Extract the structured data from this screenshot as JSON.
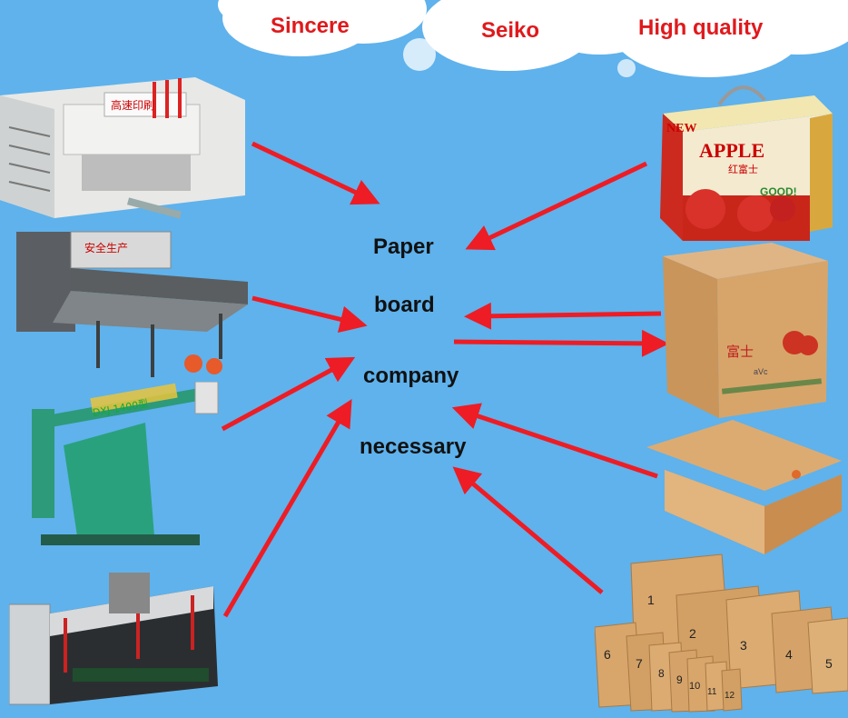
{
  "slogans": {
    "s1": "Sincere",
    "s2": "Seiko",
    "s3": "High quality"
  },
  "center": {
    "w1": "Paper",
    "w2": "board",
    "w3": "company",
    "w4": "necessary"
  },
  "machines": {
    "m1_label": "高速印刷",
    "m2_label": "安全生产",
    "m3_label": "DXJ-1400型"
  },
  "products": {
    "apple_box_title": "APPLE",
    "apple_box_new": "NEW",
    "apple_box_sub": "红富士",
    "apple_box_good": "GOOD!",
    "carton_label": "富士",
    "carton_small": "aVc",
    "box_numbers": [
      "1",
      "2",
      "3",
      "4",
      "5",
      "6",
      "7",
      "8",
      "9",
      "10",
      "11",
      "12"
    ]
  },
  "colors": {
    "background": "#5fb2ec",
    "arrow": "#ee1c24",
    "slogan": "#e0191c",
    "cardboard": "#d7a56a"
  }
}
